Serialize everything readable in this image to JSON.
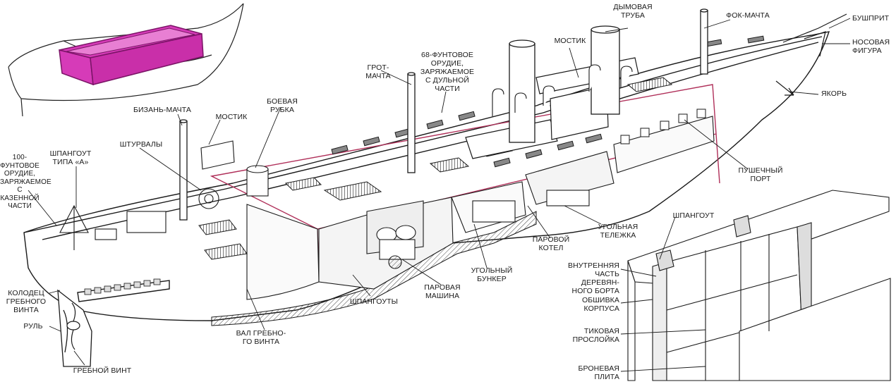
{
  "colors": {
    "highlight": "#d63bb8",
    "highlight_stroke": "#7a1466",
    "line": "#1a1a1a",
    "section_cut": "#b0305a"
  },
  "labels": {
    "dymovaya_truba": "ДЫМОВАЯ\nТРУБА",
    "fok_machta": "ФОК-МАЧТА",
    "bushprit": "БУШПРИТ",
    "nosovaya_figura": "НОСОВАЯ\nФИГУРА",
    "mostik_front": "МОСТИК",
    "orudie_68": "68-ФУНТОВОЕ ОРУДИЕ,\nЗАРЯЖАЕМОЕ\nС ДУЛЬНОЙ\nЧАСТИ",
    "grot_machta": "ГРОТ-МАЧТА",
    "yakor": "ЯКОРЬ",
    "boevaya_rubka": "БОЕВАЯ РУБКА",
    "bizan_machta": "БИЗАНЬ-МАЧТА",
    "mostik_rear": "МОСТИК",
    "shturvaly": "ШТУРВАЛЫ",
    "orudie_100": "100-ФУНТОВОЕ\nОРУДИЕ,\nЗАРЯЖАЕМОЕ\nС КАЗЕННОЙ\nЧАСТИ",
    "shpangout_a": "ШПАНГОУТ\nТИПА «А»",
    "pushechny_port": "ПУШЕЧНЫЙ\nПОРТ",
    "ugolnaya_telezhka": "УГОЛЬНАЯ\nТЕЛЕЖКА",
    "parovoy_kotel": "ПАРОВОЙ\nКОТЕЛ",
    "ugolny_bunker": "УГОЛЬНЫЙ\nБУНКЕР",
    "parovaya_mashina": "ПАРОВАЯ\nМАШИНА",
    "shpangouty": "ШПАНГОУТЫ",
    "kolodets": "КОЛОДЕЦ\nГРЕБНОГО\nВИНТА",
    "rul": "РУЛЬ",
    "grebnoy_vint": "ГРЕБНОЙ ВИНТ",
    "val": "ВАЛ ГРЕБНО-\nГО ВИНТА",
    "shpangout": "ШПАНГОУТ",
    "vnutrennyaya": "ВНУТРЕННЯЯ\nЧАСТЬ ДЕРЕВЯН-\nНОГО БОРТА",
    "obshivka": "ОБШИВКА\nКОРПУСА",
    "tikovaya": "ТИКОВАЯ\nПРОСЛОЙКА",
    "bronevaya": "БРОНЕВАЯ\nПЛИТА"
  }
}
